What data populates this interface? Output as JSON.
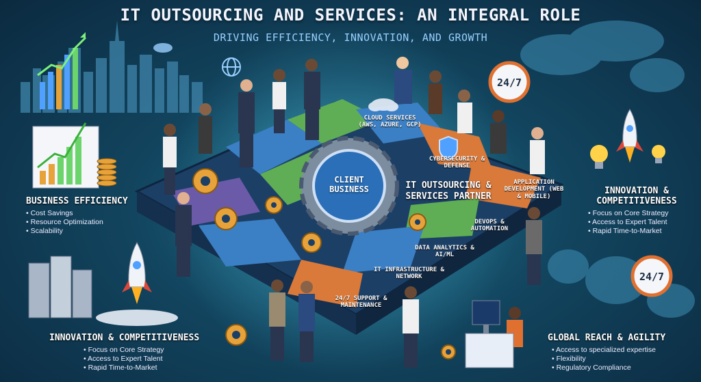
{
  "header": {
    "title": "IT OUTSOURCING AND SERVICES: AN INTEGRAL ROLE",
    "subtitle": "DRIVING EFFICIENCY, INNOVATION, AND GROWTH"
  },
  "center": {
    "client_label": "CLIENT BUSINESS",
    "partner_label": "IT OUTSOURCING & SERVICES PARTNER"
  },
  "services": [
    {
      "label": "CLOUD SERVICES (AWS, AZURE, GCP)"
    },
    {
      "label": "CYBERSECURITY & DEFENSE"
    },
    {
      "label": "APPLICATION DEVELOPMENT (WEB & MOBILE)"
    },
    {
      "label": "DEVOPS & AUTOMATION"
    },
    {
      "label": "DATA ANALYTICS & AI/ML"
    },
    {
      "label": "IT INFRASTRUCTURE & NETWORK"
    },
    {
      "label": "24/7 SUPPORT & MAINTENANCE"
    }
  ],
  "panels": {
    "business_efficiency": {
      "title": "BUSINESS EFFICIENCY",
      "items": [
        "Cost Savings",
        "Resource Optimization",
        "Scalability"
      ]
    },
    "innovation_right": {
      "title_line1": "INNOVATION &",
      "title_line2": "COMPETITIVENESS",
      "items": [
        "Focus on Core Strategy",
        "Access to Expert Talent",
        "Rapid Time-to-Market"
      ]
    },
    "innovation_bottom": {
      "title": "INNOVATION & COMPETITIVENESS",
      "items": [
        "Focus on Core Strategy",
        "Access to Expert Talent",
        "Rapid Time-to-Market"
      ]
    },
    "global_reach": {
      "title": "GLOBAL REACH & AGILITY",
      "items": [
        "Access to specialized expertise",
        "Flexibility",
        "Regulatory Compliance"
      ]
    }
  },
  "clocks": {
    "top_label": "24/7",
    "bottom_label": "24/7"
  },
  "colors": {
    "title": "#f4f6ff",
    "subtitle": "#9ad0ff",
    "gear": "#e8a23a",
    "piece_blue": "#3b7fc4",
    "piece_green": "#5fae55",
    "piece_orange": "#d9793a",
    "piece_purple": "#6a5aa8"
  }
}
